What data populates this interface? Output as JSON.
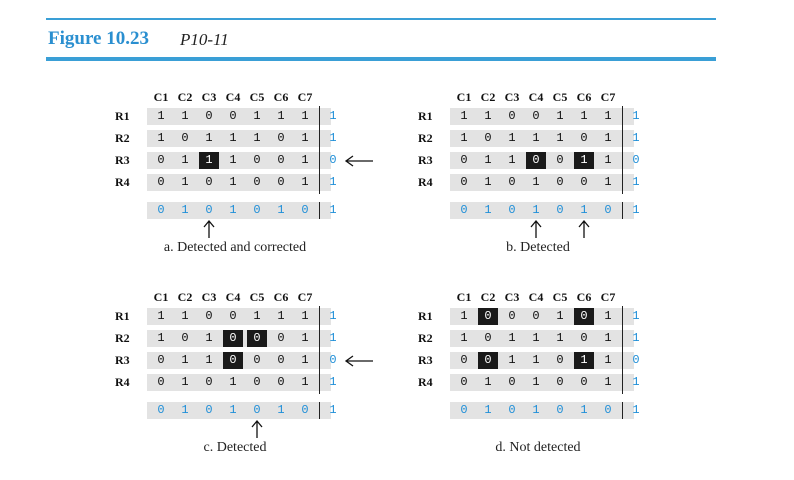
{
  "figure": {
    "title": "Figure 10.23",
    "subtitle": "P10-11"
  },
  "columns": [
    "C1",
    "C2",
    "C3",
    "C4",
    "C5",
    "C6",
    "C7"
  ],
  "rows": [
    "R1",
    "R2",
    "R3",
    "R4"
  ],
  "colors": {
    "accent": "#3a9fd6",
    "parity": "#1f8fd8",
    "highlight": "#1a1a1a",
    "band": "#e3e3e3"
  },
  "panels": [
    {
      "id": "a",
      "caption": "a. Detected and corrected",
      "data": [
        [
          "1",
          "1",
          "0",
          "0",
          "1",
          "1",
          "1"
        ],
        [
          "1",
          "0",
          "1",
          "1",
          "1",
          "0",
          "1"
        ],
        [
          "0",
          "1",
          "1",
          "1",
          "0",
          "0",
          "1"
        ],
        [
          "0",
          "1",
          "0",
          "1",
          "0",
          "0",
          "1"
        ]
      ],
      "row_parity": [
        "1",
        "1",
        "0",
        "1"
      ],
      "col_parity": [
        "0",
        "1",
        "0",
        "1",
        "0",
        "1",
        "0"
      ],
      "corner": "1",
      "highlighted": [
        [
          2,
          2
        ]
      ],
      "row_arrows": [
        2
      ],
      "col_arrows": [
        2
      ]
    },
    {
      "id": "b",
      "caption": "b. Detected",
      "data": [
        [
          "1",
          "1",
          "0",
          "0",
          "1",
          "1",
          "1"
        ],
        [
          "1",
          "0",
          "1",
          "1",
          "1",
          "0",
          "1"
        ],
        [
          "0",
          "1",
          "1",
          "0",
          "0",
          "1",
          "1"
        ],
        [
          "0",
          "1",
          "0",
          "1",
          "0",
          "0",
          "1"
        ]
      ],
      "row_parity": [
        "1",
        "1",
        "0",
        "1"
      ],
      "col_parity": [
        "0",
        "1",
        "0",
        "1",
        "0",
        "1",
        "0"
      ],
      "corner": "1",
      "highlighted": [
        [
          2,
          3
        ],
        [
          2,
          5
        ]
      ],
      "row_arrows": [],
      "col_arrows": [
        3,
        5
      ]
    },
    {
      "id": "c",
      "caption": "c. Detected",
      "data": [
        [
          "1",
          "1",
          "0",
          "0",
          "1",
          "1",
          "1"
        ],
        [
          "1",
          "0",
          "1",
          "0",
          "0",
          "0",
          "1"
        ],
        [
          "0",
          "1",
          "1",
          "0",
          "0",
          "0",
          "1"
        ],
        [
          "0",
          "1",
          "0",
          "1",
          "0",
          "0",
          "1"
        ]
      ],
      "row_parity": [
        "1",
        "1",
        "0",
        "1"
      ],
      "col_parity": [
        "0",
        "1",
        "0",
        "1",
        "0",
        "1",
        "0"
      ],
      "corner": "1",
      "highlighted": [
        [
          1,
          3
        ],
        [
          1,
          4
        ],
        [
          2,
          3
        ]
      ],
      "row_arrows": [
        2
      ],
      "col_arrows": [
        4
      ]
    },
    {
      "id": "d",
      "caption": "d. Not detected",
      "data": [
        [
          "1",
          "0",
          "0",
          "0",
          "1",
          "0",
          "1"
        ],
        [
          "1",
          "0",
          "1",
          "1",
          "1",
          "0",
          "1"
        ],
        [
          "0",
          "0",
          "1",
          "1",
          "0",
          "1",
          "1"
        ],
        [
          "0",
          "1",
          "0",
          "1",
          "0",
          "0",
          "1"
        ]
      ],
      "row_parity": [
        "1",
        "1",
        "0",
        "1"
      ],
      "col_parity": [
        "0",
        "1",
        "0",
        "1",
        "0",
        "1",
        "0"
      ],
      "corner": "1",
      "highlighted": [
        [
          0,
          1
        ],
        [
          0,
          5
        ],
        [
          2,
          1
        ],
        [
          2,
          5
        ]
      ],
      "row_arrows": [],
      "col_arrows": []
    }
  ]
}
